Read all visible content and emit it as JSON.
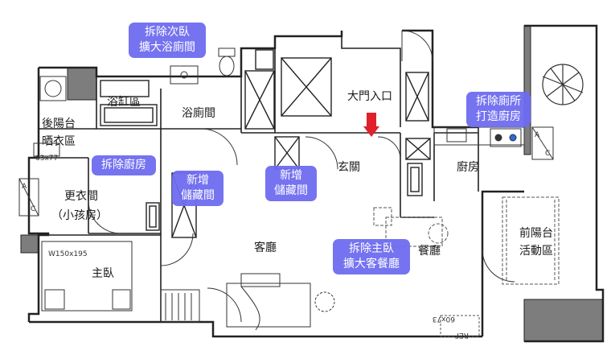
{
  "rooms": {
    "bath_zone": "浴缸區",
    "back_balcony_1": "後陽台",
    "back_balcony_2": "晒衣區",
    "bathroom": "浴廁間",
    "entrance_main": "大門入口",
    "foyer": "玄關",
    "kitchen": "廚房",
    "dressing_1": "更衣間",
    "dressing_2": "（小孩房）",
    "living": "客廳",
    "dining": "餐廳",
    "front_balcony_1": "前陽台",
    "front_balcony_2": "活動區",
    "master": "主臥"
  },
  "dimensions": {
    "balcony_size": "63x77",
    "bed_size": "W150x195",
    "fridge_size": "60x73",
    "fridge_label": "REF"
  },
  "symbols": {
    "ac_left": [
      "A",
      "C"
    ],
    "ac_right": [
      "A",
      "C"
    ]
  },
  "callouts": [
    {
      "id": "callout-remove-bedroom-bath",
      "lines": [
        "拆除次臥",
        "擴大浴廁間"
      ]
    },
    {
      "id": "callout-remove-bath-kitchen",
      "lines": [
        "拆除廁所",
        "打造廚房"
      ]
    },
    {
      "id": "callout-remove-kitchen",
      "lines": [
        "拆除廚房"
      ]
    },
    {
      "id": "callout-new-storage-1",
      "lines": [
        "新增",
        "儲藏間"
      ]
    },
    {
      "id": "callout-new-storage-2",
      "lines": [
        "新增",
        "儲藏間"
      ]
    },
    {
      "id": "callout-remove-master",
      "lines": [
        "拆除主臥",
        "擴大客餐廳"
      ]
    }
  ],
  "colors": {
    "callout_bg": "#6e6cf0",
    "entrance_arrow": "#e0202a",
    "wall": "#222222",
    "wall_fill": "#7d7d7d"
  }
}
